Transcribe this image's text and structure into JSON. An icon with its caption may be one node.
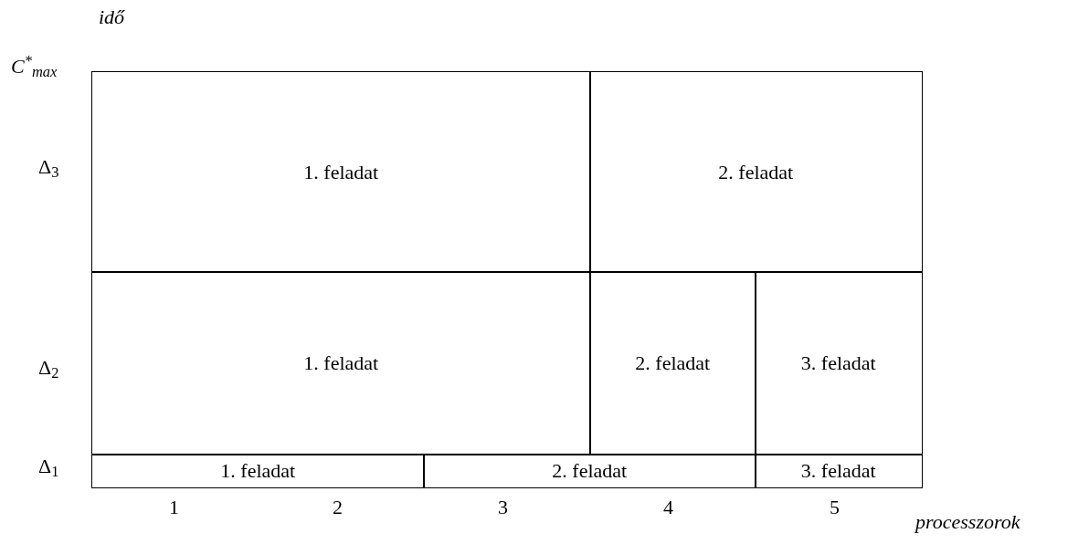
{
  "diagram": {
    "nodes": [
      {
        "text": [
          "1. feladat"
        ]
      },
      {
        "text": [
          "2. feladat"
        ]
      },
      {
        "text": [
          "1. feladat"
        ]
      },
      {
        "text": [
          "2. feladat"
        ]
      },
      {
        "text": [
          "3. feladat"
        ]
      },
      {
        "text": [
          "1. feladat"
        ]
      },
      {
        "text": [
          "2. feladat"
        ]
      },
      {
        "text": [
          "3. feladat"
        ]
      }
    ],
    "labels": [
      "idő",
      "C$^{*}$$_{max}$",
      "Δ$_{3}$",
      "Δ$_{2}$",
      "Δ$_{1}$",
      "1",
      "2",
      "3",
      "4",
      "5",
      "processzorok"
    ]
  }
}
